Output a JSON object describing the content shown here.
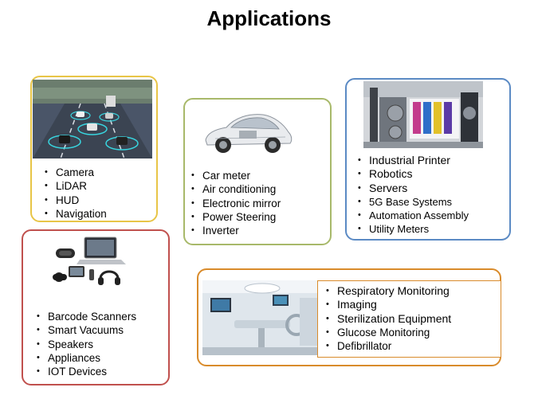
{
  "title": "Applications",
  "colors": {
    "automotive_border": "#e8c547",
    "car_border": "#a8b96a",
    "industrial_border": "#5b8ac4",
    "consumer_border": "#c0504d",
    "medical_border": "#d98b2b"
  },
  "automotive": {
    "image": "autonomous-traffic-image",
    "items": [
      "Camera",
      "LiDAR",
      "HUD",
      "Navigation"
    ]
  },
  "car": {
    "image": "car-cutaway-image",
    "items": [
      "Car meter",
      "Air conditioning",
      "Electronic mirror",
      "Power Steering",
      "Inverter"
    ]
  },
  "industrial": {
    "image": "industrial-printer-image",
    "items": [
      "Industrial Printer",
      "Robotics",
      "Servers",
      "5G Base Systems",
      "Automation Assembly",
      "Utility Meters"
    ]
  },
  "consumer": {
    "image": "consumer-devices-image",
    "items": [
      "Barcode Scanners",
      "Smart Vacuums",
      "Speakers",
      "Appliances",
      "IOT Devices"
    ]
  },
  "medical": {
    "image": "operating-room-image",
    "items": [
      "Respiratory Monitoring",
      "Imaging",
      "Sterilization Equipment",
      "Glucose Monitoring",
      "Defibrillator"
    ]
  }
}
